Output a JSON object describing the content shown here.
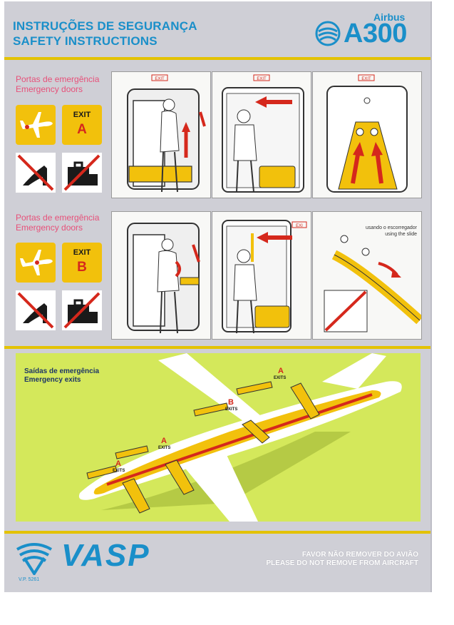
{
  "header": {
    "title_pt": "INSTRUÇÕES DE SEGURANÇA",
    "title_en": "SAFETY INSTRUCTIONS",
    "manufacturer": "Airbus",
    "model": "A300",
    "logo_icon": "airbus-swirl-icon"
  },
  "colors": {
    "accent_blue": "#1a8fc9",
    "rule_yellow": "#e3c200",
    "tile_yellow": "#f2c10c",
    "exit_red": "#d5281c",
    "label_pink": "#e7517a",
    "card_gray": "#cfcfd6",
    "map_green": "#d4e85b"
  },
  "sections": [
    {
      "label_pt": "Portas de emergência",
      "label_en": "Emergency doors",
      "exit_word": "EXIT",
      "exit_letter": "A",
      "door_sign": "EXIT"
    },
    {
      "label_pt": "Portas de emergência",
      "label_en": "Emergency doors",
      "exit_word": "EXIT",
      "exit_letter": "B",
      "door_sign": "EXI",
      "slide_note_pt": "usando o escorregador",
      "slide_note_en": "using the slide"
    }
  ],
  "icons": {
    "plane": "airplane-icon",
    "no_shoes": "no-high-heels-icon",
    "no_bags": "no-baggage-icon"
  },
  "exit_map": {
    "title_pt": "Saídas de emergência",
    "title_en": "Emergency exits",
    "exit_marker_word": "EXITS",
    "markers": [
      "A",
      "B",
      "A",
      "A"
    ]
  },
  "footer": {
    "brand": "VASP",
    "code": "V.P. 5261",
    "notice_pt": "FAVOR NÃO REMOVER DO AVIÃO",
    "notice_en": "PLEASE DO NOT REMOVE FROM AIRCRAFT"
  }
}
